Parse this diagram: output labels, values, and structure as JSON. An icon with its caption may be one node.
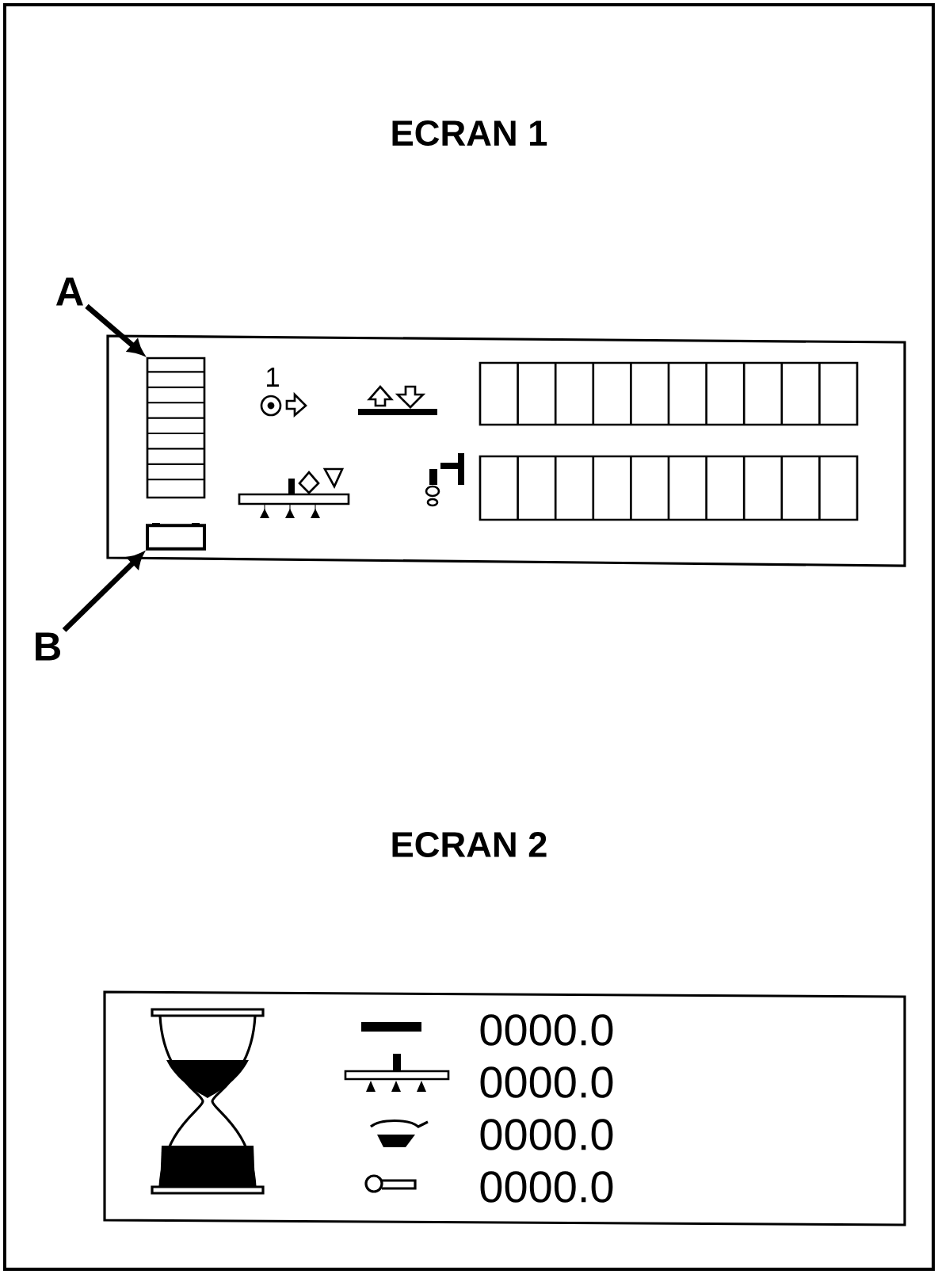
{
  "diagram": {
    "nodes": [
      {
        "text": [
          "A"
        ]
      },
      {
        "text": [
          "B"
        ]
      },
      {
        "text": [],
        "shape": "bar"
      },
      {
        "text": [],
        "shape": "battery"
      }
    ],
    "edges": [
      {
        "from": 0,
        "to": 2,
        "arrow": "to"
      },
      {
        "from": 1,
        "to": 3,
        "arrow": "to"
      }
    ],
    "labels": [
      "ECRAN 1",
      "1",
      "ECRAN 2",
      "0000.0",
      "0000.0",
      "0000.0",
      "0000.0"
    ]
  }
}
